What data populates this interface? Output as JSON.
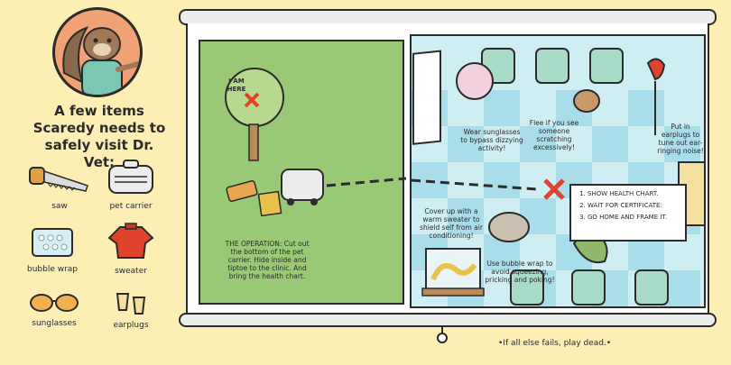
{
  "intro_title": "A few items Scaredy needs to safely visit Dr. Vet:",
  "items": [
    {
      "label": "saw"
    },
    {
      "label": "pet carrier"
    },
    {
      "label": "bubble wrap"
    },
    {
      "label": "sweater"
    },
    {
      "label": "sunglasses"
    },
    {
      "label": "earplugs"
    }
  ],
  "tree_sign": "I AM HERE",
  "operation_text": "THE OPERATION: Cut out the bottom of the pet carrier. Hide inside and tiptoe to the clinic. And bring the health chart.",
  "notes": {
    "sunglasses": "Wear sunglasses to bypass dizzying activity!",
    "flee": "Flee if you see someone scratching excessively!",
    "earplugs": "Put in earplugs to tune out ear-ringing noise!",
    "sweater": "Cover up with a warm sweater to shield self from air conditioning!",
    "bubble": "Use bubble wrap to avoid squeezing, pricking and poking!"
  },
  "steps": [
    "SHOW HEALTH CHART.",
    "WAIT FOR CERTIFICATE.",
    "GO HOME AND FRAME IT."
  ],
  "footer": "•If all else fails, play dead.•",
  "colors": {
    "background": "#fdeeb4",
    "grass": "#99c877",
    "clinic_floor": "#cfeef4",
    "chair": "#a8dcc9",
    "mark": "#e0442e"
  }
}
